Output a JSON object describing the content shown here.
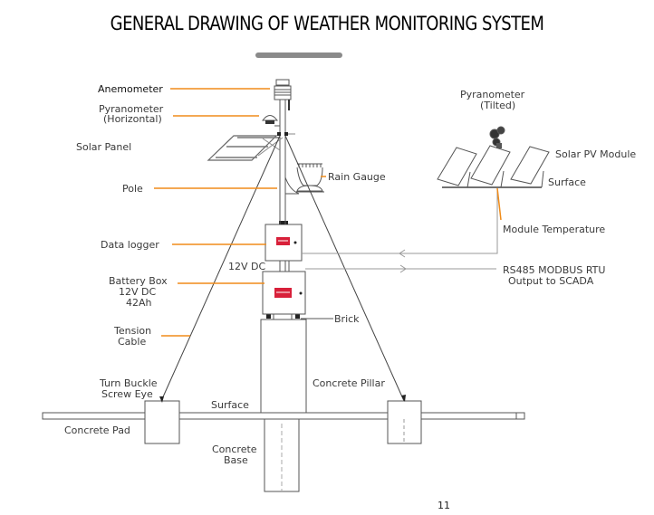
{
  "title": "GENERAL DRAWING OF WEATHER MONITORING SYSTEM",
  "page_number": "11",
  "colors": {
    "leader_line": "#f08c1a",
    "structure_line": "#555555",
    "label_box_red": "#d8203a",
    "title_bar": "#8a8a8a"
  },
  "labels": {
    "anemometer": "Anemometer",
    "pyranometer_horizontal_1": "Pyranometer",
    "pyranometer_horizontal_2": "(Horizontal)",
    "solar_panel": "Solar Panel",
    "pole": "Pole",
    "rain_gauge": "Rain Gauge",
    "data_logger": "Data logger",
    "dc_12v": "12V DC",
    "battery_box_1": "Battery Box",
    "battery_box_2": "12V DC",
    "battery_box_3": "42Ah",
    "brick": "Brick",
    "tension_cable_1": "Tension",
    "tension_cable_2": "Cable",
    "turn_buckle_1": "Turn Buckle",
    "turn_buckle_2": "Screw Eye",
    "surface_main": "Surface",
    "concrete_pillar": "Concrete Pillar",
    "concrete_pad": "Concrete Pad",
    "concrete_base_1": "Concrete",
    "concrete_base_2": "Base",
    "pyranometer_tilted_1": "Pyranometer",
    "pyranometer_tilted_2": "(Tilted)",
    "solar_pv_module": "Solar PV Module",
    "surface_pv": "Surface",
    "module_temperature": "Module Temperature",
    "rs485_1": "RS485 MODBUS RTU",
    "rs485_2": "Output to SCADA"
  }
}
